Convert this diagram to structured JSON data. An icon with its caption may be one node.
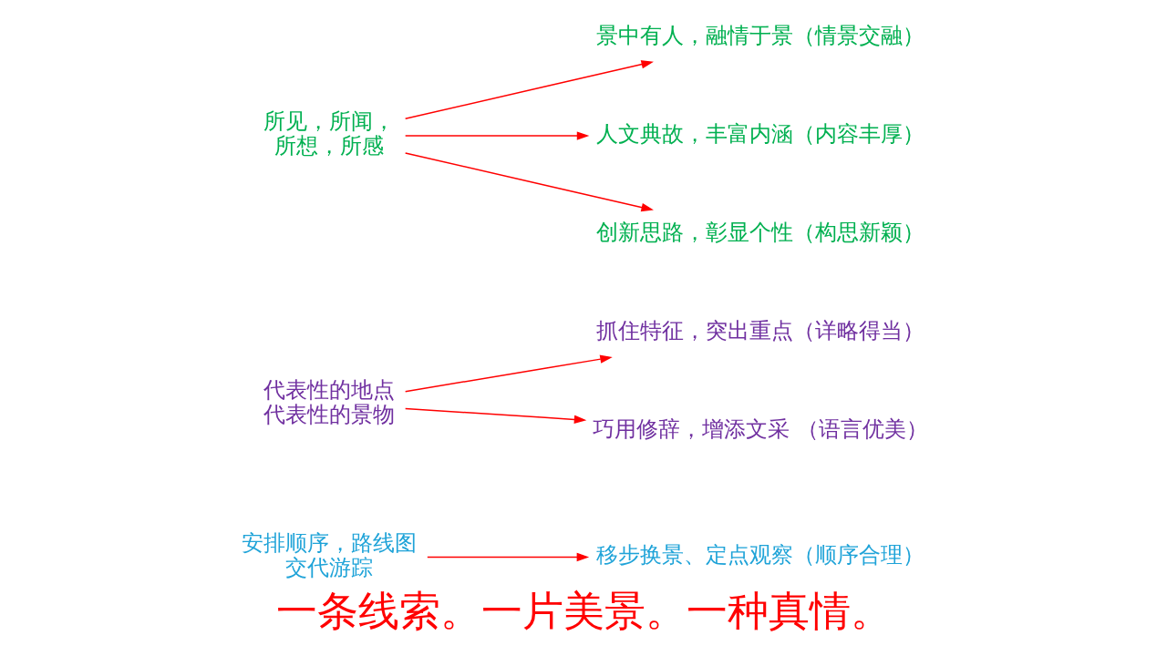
{
  "diagram": {
    "caption": "一条线索。一片美景。一种真情。",
    "nodes": [
      {
        "text": [
          "安排顺序，路线图交代游踪"
        ]
      },
      {
        "text": [
          "移步换景、定点观察（顺序合理）"
        ]
      },
      {
        "text": [
          "代表性的地点代表性的景物"
        ]
      },
      {
        "text": [
          "抓住特征，突出重点（详略得当）"
        ]
      },
      {
        "text": [
          "巧用修辞，增添文采 （语言优美）"
        ]
      },
      {
        "text": [
          "所见，所闻，所想，所感"
        ]
      },
      {
        "text": [
          "景中有人，融情于景（情景交融）"
        ]
      },
      {
        "text": [
          "人文典故，丰富内涵（内容丰厚）"
        ]
      },
      {
        "text": [
          "创新思路，彰显个性（构思新颖）"
        ]
      }
    ],
    "edges": [
      {
        "from": 0,
        "to": 1,
        "arrow": "to"
      },
      {
        "from": 2,
        "to": 3,
        "arrow": "to"
      },
      {
        "from": 2,
        "to": 4,
        "arrow": "to"
      },
      {
        "from": 5,
        "to": 6,
        "arrow": "to"
      },
      {
        "from": 5,
        "to": 7,
        "arrow": "to"
      },
      {
        "from": 5,
        "to": 8,
        "arrow": "to"
      }
    ]
  }
}
